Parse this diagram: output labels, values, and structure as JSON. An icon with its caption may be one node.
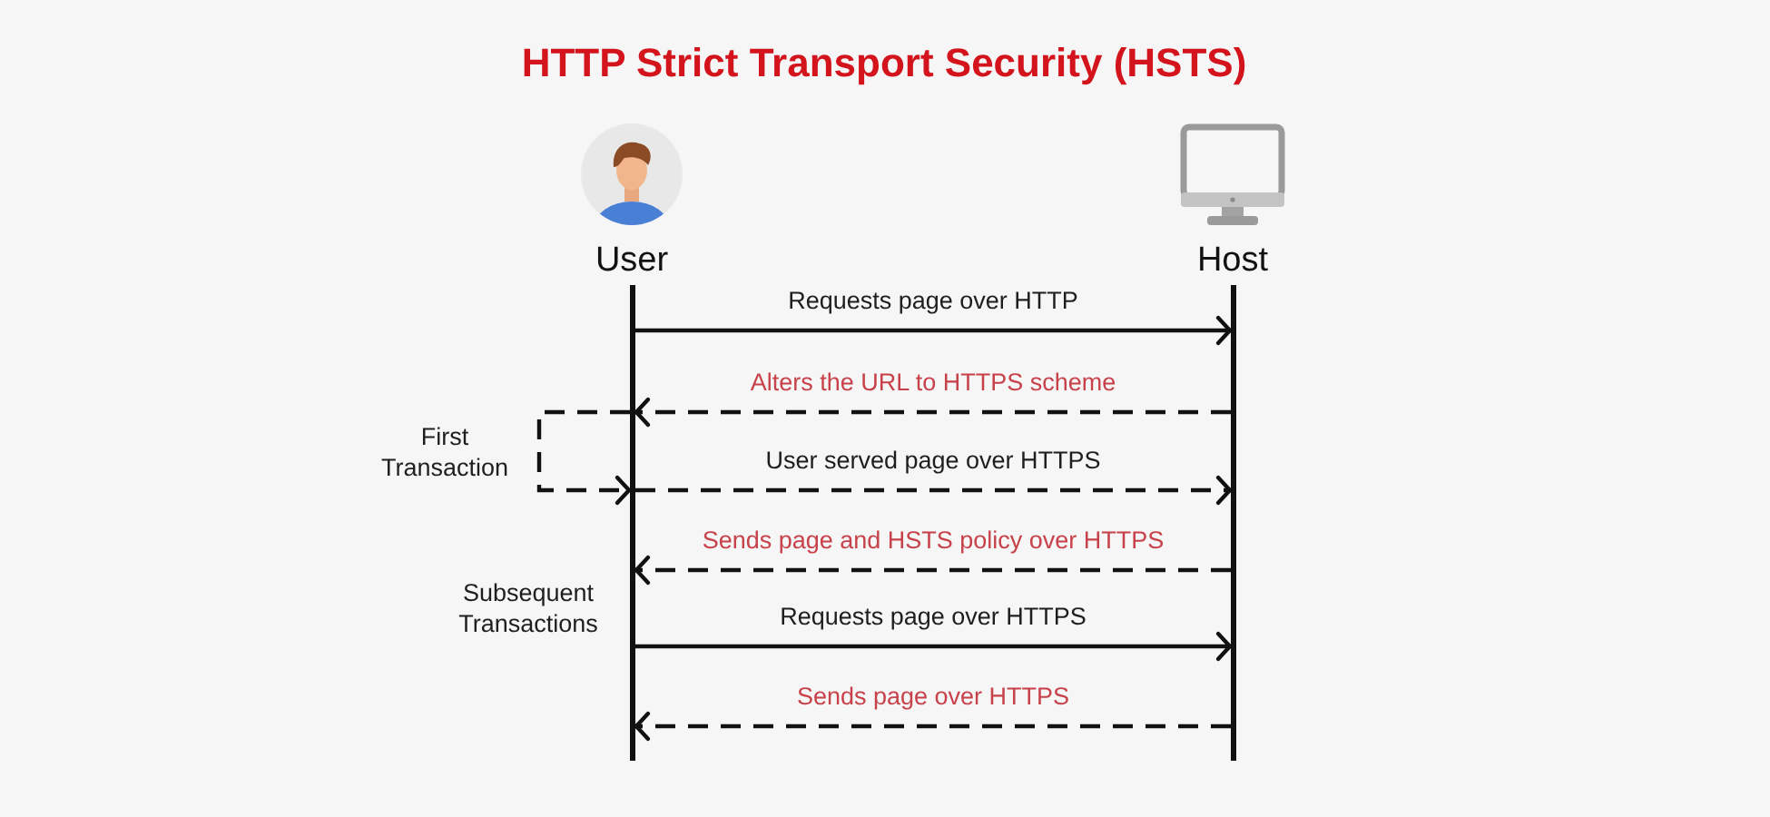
{
  "diagram": {
    "title": "HTTP Strict Transport Security (HSTS)",
    "nodes": [
      {
        "text": [
          "User"
        ]
      },
      {
        "text": [
          "Host"
        ]
      },
      {
        "text": [],
        "shape": "bar"
      },
      {
        "text": [],
        "shape": "bar"
      }
    ],
    "edges": [
      {
        "from": 2,
        "to": 3,
        "arrow": "to",
        "label": "Requests page over HTTP"
      },
      {
        "from": 3,
        "to": 2,
        "arrow": "to",
        "style": "dashed",
        "label": "Alters the URL to HTTPS scheme"
      },
      {
        "from": 2,
        "to": 2,
        "arrow": "to",
        "style": "dashed",
        "label": "First Transaction"
      },
      {
        "from": 2,
        "to": 3,
        "arrow": "to",
        "style": "dashed",
        "label": "User served page over HTTPS"
      },
      {
        "from": 3,
        "to": 2,
        "arrow": "to",
        "style": "dashed",
        "label": "Sends page and HSTS policy over HTTPS"
      },
      {
        "from": 2,
        "to": 3,
        "arrow": "to",
        "label": "Requests page over HTTPS"
      },
      {
        "from": 3,
        "to": 2,
        "arrow": "to",
        "style": "dashed",
        "label": "Sends page over HTTPS"
      }
    ],
    "labels": [
      "Subsequent Transactions"
    ]
  }
}
